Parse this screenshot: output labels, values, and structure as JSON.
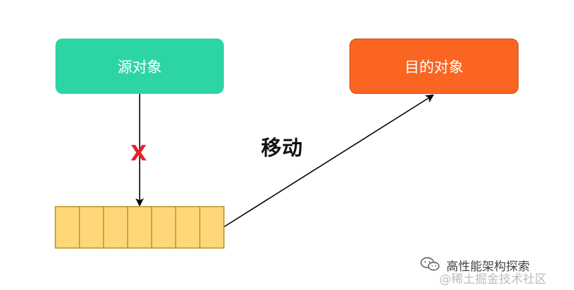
{
  "diagram": {
    "source_label": "源对象",
    "target_label": "目的对象",
    "move_label": "移动",
    "blocked_mark": "X",
    "buffer_cells": 7,
    "colors": {
      "source_fill": "#2dd5a5",
      "target_fill": "#fa6522",
      "buffer_fill": "#fed878",
      "buffer_stroke": "#b89a2a",
      "blocked_mark": "#e8202a",
      "arrow": "#000000"
    }
  },
  "watermark": {
    "line1": "高性能架构探索",
    "line2": "@稀土掘金技术社区",
    "icon": "wechat-icon"
  }
}
